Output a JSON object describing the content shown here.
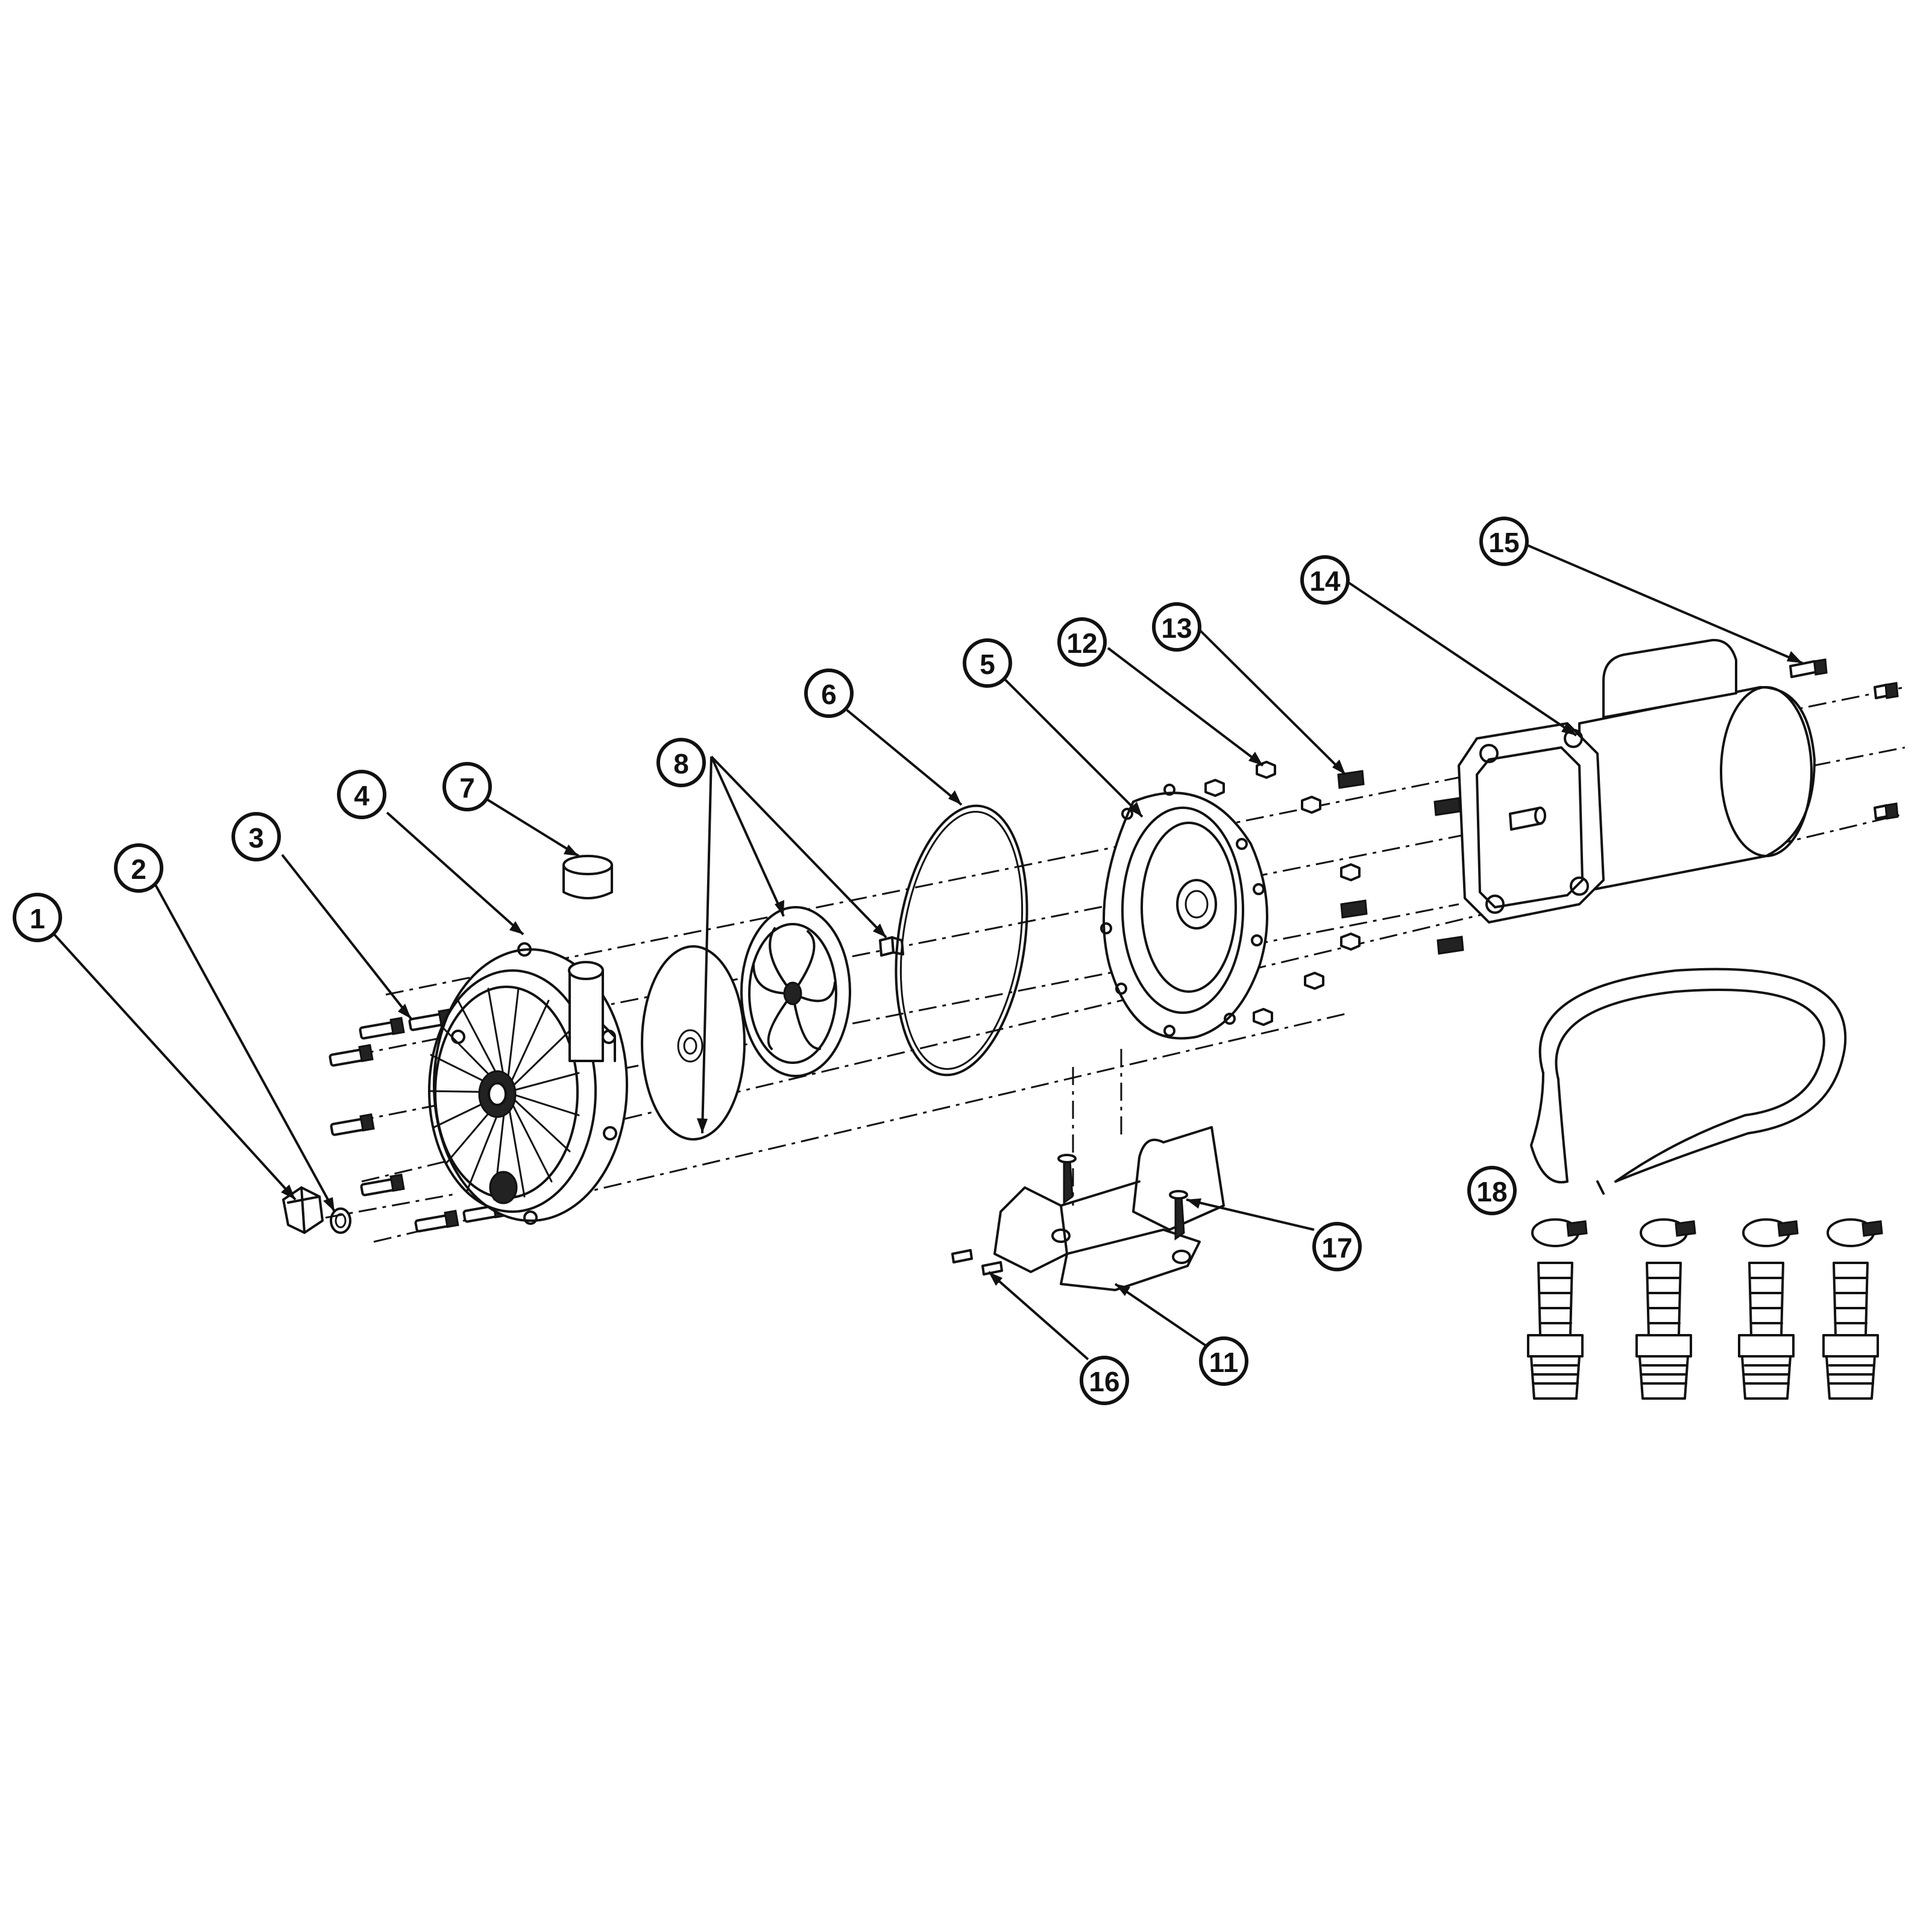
{
  "diagram": {
    "type": "exploded-parts-diagram",
    "callouts": [
      {
        "id": "c1",
        "label": "1"
      },
      {
        "id": "c2",
        "label": "2"
      },
      {
        "id": "c3",
        "label": "3"
      },
      {
        "id": "c4",
        "label": "4"
      },
      {
        "id": "c5",
        "label": "5"
      },
      {
        "id": "c6",
        "label": "6"
      },
      {
        "id": "c7",
        "label": "7"
      },
      {
        "id": "c8",
        "label": "8"
      },
      {
        "id": "c11",
        "label": "11"
      },
      {
        "id": "c12",
        "label": "12"
      },
      {
        "id": "c13",
        "label": "13"
      },
      {
        "id": "c14",
        "label": "14"
      },
      {
        "id": "c15",
        "label": "15"
      },
      {
        "id": "c16",
        "label": "16"
      },
      {
        "id": "c17",
        "label": "17"
      },
      {
        "id": "c18",
        "label": "18"
      }
    ]
  },
  "colors": {
    "line": "#111111",
    "background": "#ffffff"
  }
}
